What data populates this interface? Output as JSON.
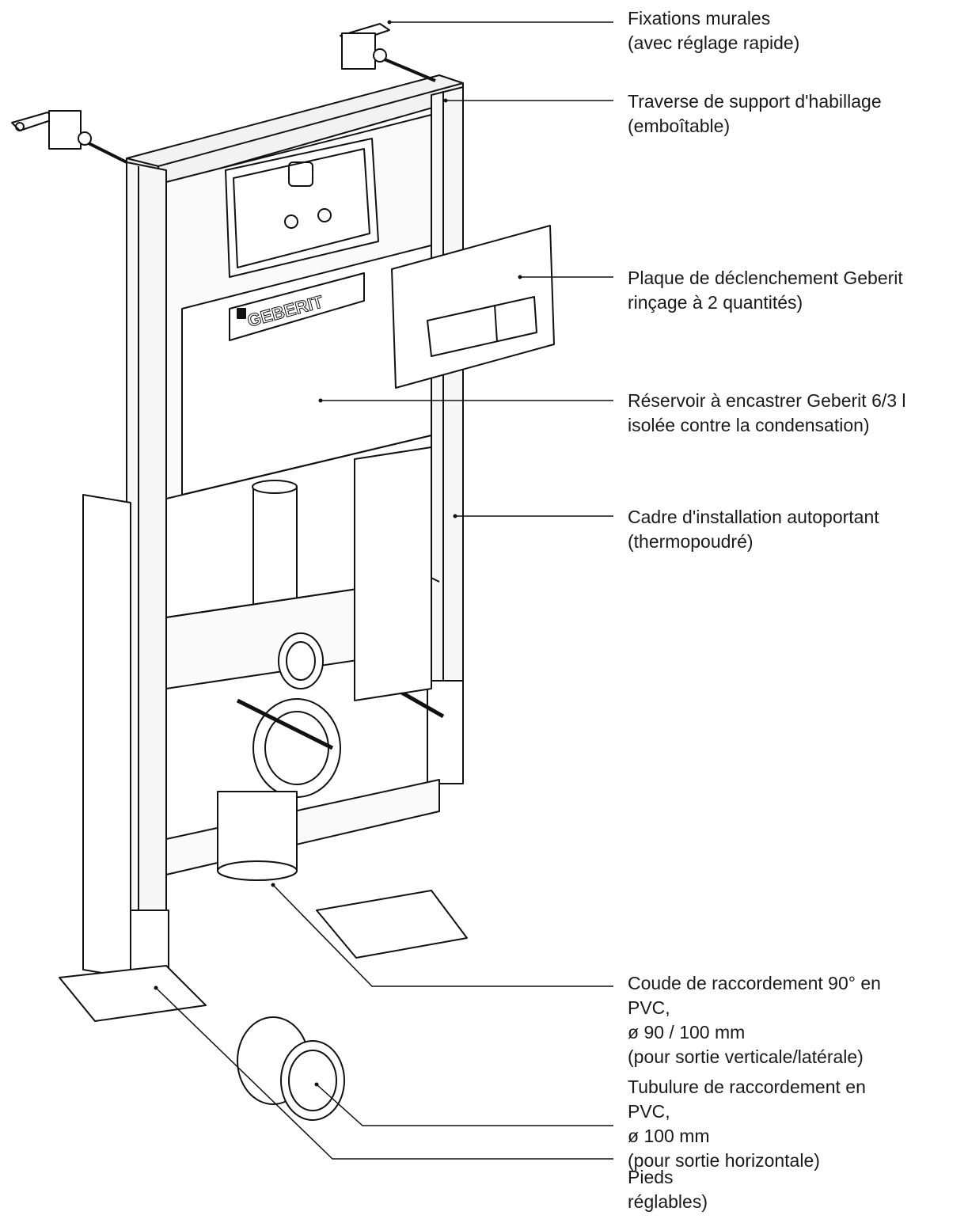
{
  "diagram": {
    "logo_text": "GEBERIT",
    "callouts": [
      {
        "id": "wall-fixings",
        "lines": [
          "Fixations murales",
          "(avec réglage rapide)"
        ]
      },
      {
        "id": "cover-crossbar",
        "lines": [
          "Traverse de support d'habillage",
          "(emboîtable)"
        ]
      },
      {
        "id": "actuator-plate",
        "lines": [
          "Plaque de déclenchement Geberit",
          "rinçage à 2 quantités)"
        ]
      },
      {
        "id": "cistern",
        "lines": [
          "Réservoir à encastrer Geberit 6/3 l",
          "isolée contre la condensation)"
        ]
      },
      {
        "id": "frame",
        "lines": [
          "Cadre d'installation autoportant",
          "(thermopoudré)"
        ]
      },
      {
        "id": "bend",
        "lines": [
          "Coude de raccordement 90° en",
          "PVC,",
          "ø 90 / 100 mm",
          "(pour sortie verticale/latérale)"
        ]
      },
      {
        "id": "connector",
        "lines": [
          "Tubulure de raccordement en",
          "PVC,",
          "ø 100 mm",
          "(pour sortie horizontale)"
        ]
      },
      {
        "id": "feet",
        "lines": [
          "Pieds",
          "réglables)"
        ]
      }
    ]
  }
}
